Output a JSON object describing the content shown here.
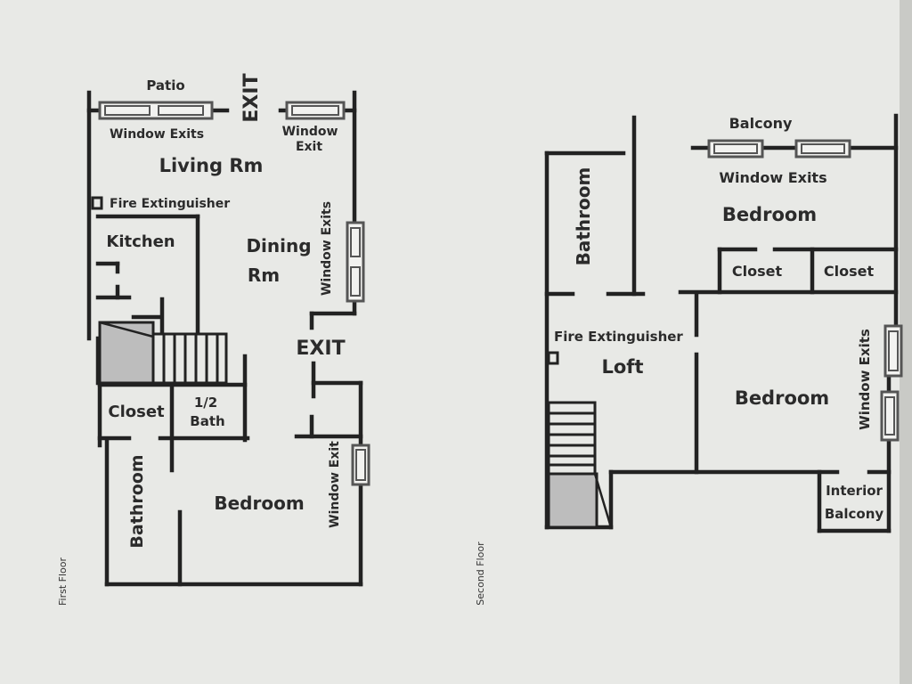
{
  "first_floor": {
    "caption": "First Floor",
    "labels": {
      "patio": "Patio",
      "window_exits_top": "Window Exits",
      "exit_top": "EXIT",
      "window_exit_top_1": "Window",
      "window_exit_top_2": "Exit",
      "living_rm": "Living Rm",
      "fire_extinguisher": "Fire Extinguisher",
      "kitchen": "Kitchen",
      "dining_1": "Dining",
      "dining_2": "Rm",
      "window_exits_right": "Window Exits",
      "exit_mid": "EXIT",
      "closet": "Closet",
      "half_bath_1": "1/2",
      "half_bath_2": "Bath",
      "bathroom": "Bathroom",
      "bedroom": "Bedroom",
      "window_exit_bottom": "Window Exit"
    }
  },
  "second_floor": {
    "caption": "Second Floor",
    "labels": {
      "balcony": "Balcony",
      "window_exits_top": "Window Exits",
      "bathroom": "Bathroom",
      "bedroom_top": "Bedroom",
      "closet_1": "Closet",
      "closet_2": "Closet",
      "fire_extinguisher": "Fire Extinguisher",
      "loft": "Loft",
      "bedroom_mid": "Bedroom",
      "window_exits_right": "Window Exits",
      "interior_balcony_1": "Interior",
      "interior_balcony_2": "Balcony"
    }
  }
}
